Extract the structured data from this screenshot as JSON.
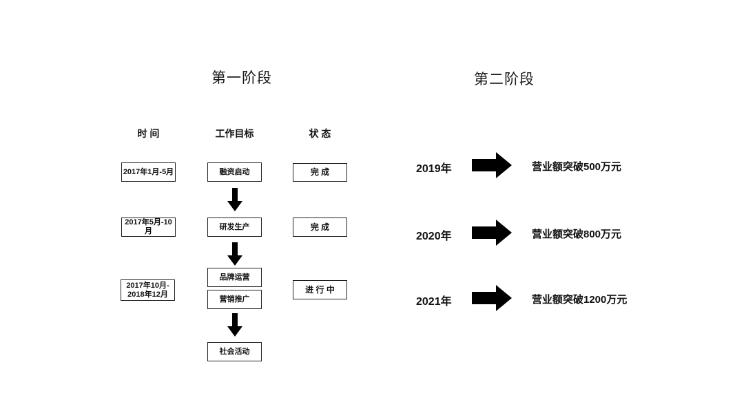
{
  "slide": {
    "background": "#ffffff",
    "text_color": "#1a1a1a",
    "arrow_color": "#000000",
    "box_border_color": "#1f1f1f"
  },
  "phase1": {
    "title": "第一阶段",
    "headers": {
      "time": "时 间",
      "goal": "工作目标",
      "status": "状 态"
    },
    "rows": [
      {
        "time": "2017年1月-5月",
        "goals": [
          "融资启动"
        ],
        "status": "完 成"
      },
      {
        "time": "2017年5月-10月",
        "goals": [
          "研发生产"
        ],
        "status": "完 成"
      },
      {
        "time": "2017年10月-\n2018年12月",
        "goals": [
          "品牌运营",
          "营销推广"
        ],
        "status": "进 行 中"
      }
    ],
    "final_goal": "社会活动"
  },
  "phase2": {
    "title": "第二阶段",
    "milestones": [
      {
        "year": "2019年",
        "target": "营业额突破500万元"
      },
      {
        "year": "2020年",
        "target": "营业额突破800万元"
      },
      {
        "year": "2021年",
        "target": "营业额突破1200万元"
      }
    ]
  },
  "icons": {
    "down_arrow": "thick-down-block-arrow",
    "right_arrow": "thick-right-block-arrow"
  }
}
